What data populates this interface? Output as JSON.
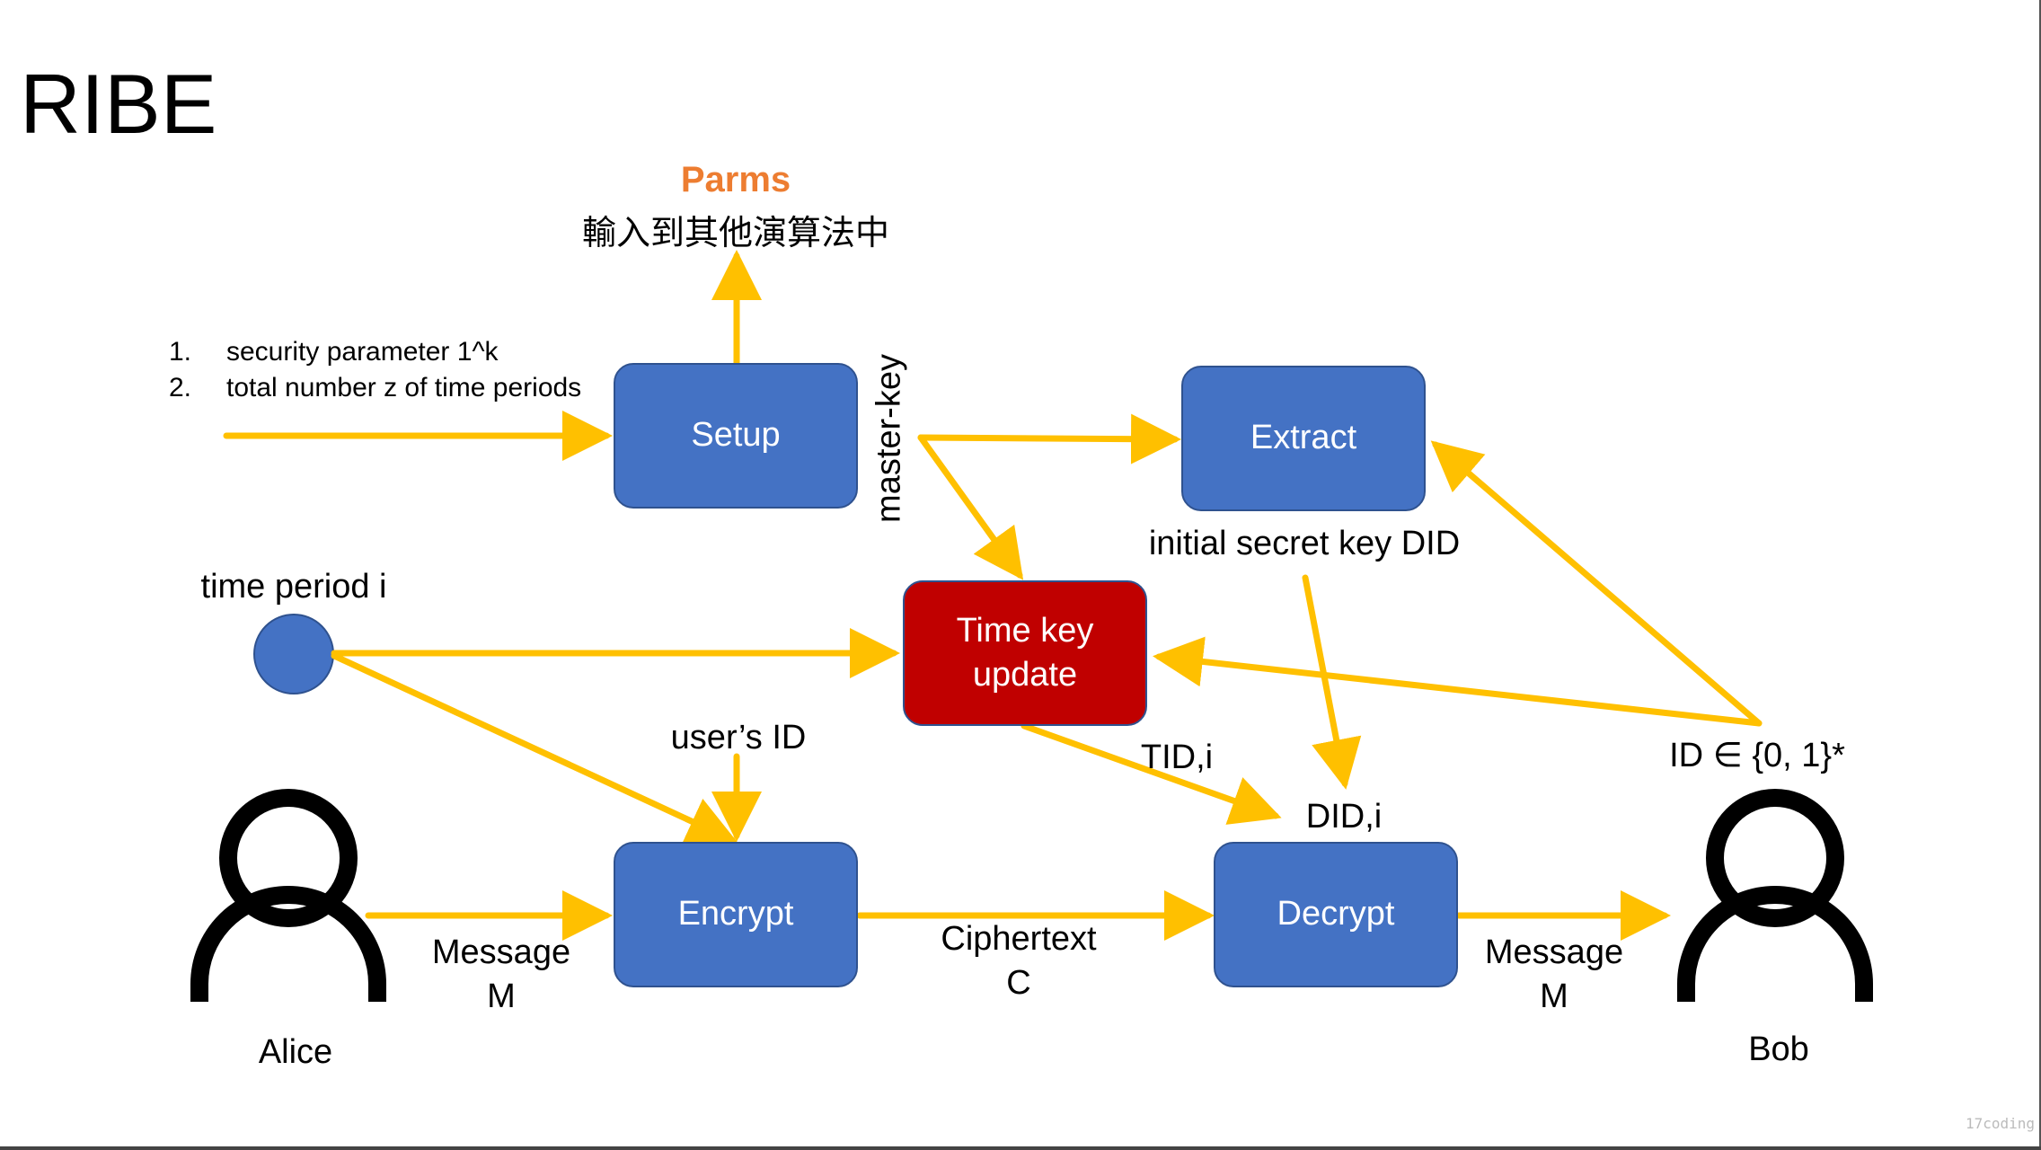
{
  "slide_title": "RIBE",
  "parms": {
    "title": "Parms",
    "subtitle": "輸入到其他演算法中",
    "title_color": "#ed7d31"
  },
  "setup_inputs": [
    {
      "num": "1.",
      "text": "security parameter 1^k"
    },
    {
      "num": "2.",
      "text": "total number z of time  periods"
    }
  ],
  "labels": {
    "master_key": "master-key",
    "initial_secret_key": "initial secret key DID",
    "time_period": "time period i",
    "users_id": "user’s ID",
    "tid": "TID,i",
    "did": "DID,i",
    "id_domain": "ID ∈ {0, 1}*",
    "message_left": "Message\nM",
    "ciphertext": "Ciphertext\nC",
    "message_right": "Message\nM",
    "alice": "Alice",
    "bob": "Bob"
  },
  "boxes": {
    "setup": "Setup",
    "extract": "Extract",
    "time_key_update": "Time key\nupdate",
    "encrypt": "Encrypt",
    "decrypt": "Decrypt"
  },
  "watermark": "17coding",
  "colors": {
    "arrow": "#ffc000",
    "box_blue": "#4472c4",
    "box_red": "#c00000",
    "dot": "#4472c4"
  }
}
